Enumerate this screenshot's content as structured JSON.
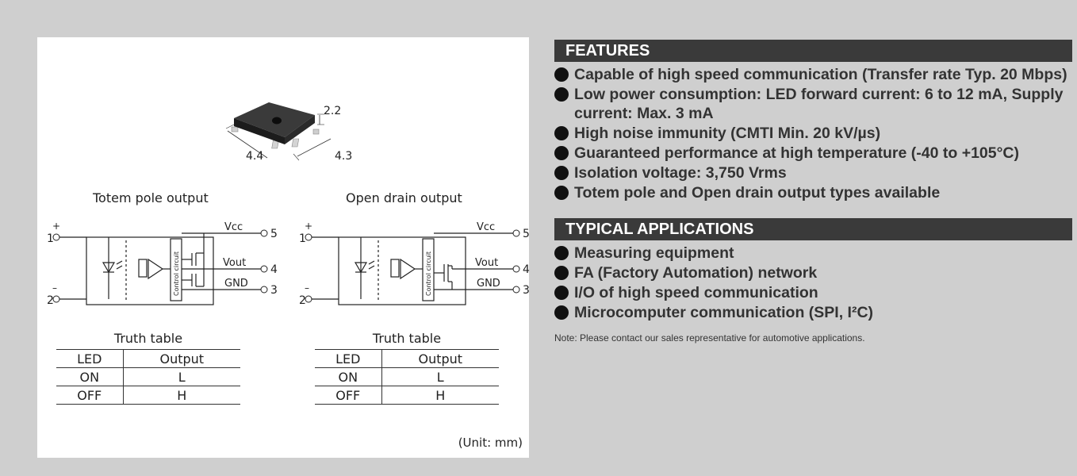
{
  "package": {
    "dim_height": "2.2",
    "dim_width": "4.4",
    "dim_depth": "4.3"
  },
  "circuits": [
    {
      "title": "Totem pole output",
      "control_label": "Control circuit",
      "pin_labels": {
        "p1": "1",
        "p2": "2",
        "p5": "5",
        "p4": "4",
        "p3": "3",
        "plus": "+",
        "minus": "–"
      },
      "vcc": "Vcc",
      "vout": "Vout",
      "gnd": "GND"
    },
    {
      "title": "Open drain output",
      "control_label": "Control circuit",
      "pin_labels": {
        "p1": "1",
        "p2": "2",
        "p5": "5",
        "p4": "4",
        "p3": "3",
        "plus": "+",
        "minus": "–"
      },
      "vcc": "Vcc",
      "vout": "Vout",
      "gnd": "GND"
    }
  ],
  "truth_tables": [
    {
      "title": "Truth table",
      "headers": [
        "LED",
        "Output"
      ],
      "rows": [
        [
          "ON",
          "L"
        ],
        [
          "OFF",
          "H"
        ]
      ]
    },
    {
      "title": "Truth table",
      "headers": [
        "LED",
        "Output"
      ],
      "rows": [
        [
          "ON",
          "L"
        ],
        [
          "OFF",
          "H"
        ]
      ]
    }
  ],
  "unit_note": "(Unit: mm)",
  "features": {
    "heading": "FEATURES",
    "items": [
      "Capable of high speed communication (Transfer rate Typ. 20 Mbps)",
      "Low power consumption: LED forward current: 6 to 12 mA, Supply current: Max. 3 mA",
      "High noise immunity (CMTI Min. 20 kV/µs)",
      "Guaranteed performance at high temperature (-40 to +105°C)",
      "Isolation voltage: 3,750 Vrms",
      "Totem pole and Open drain output types available"
    ]
  },
  "applications": {
    "heading": "TYPICAL APPLICATIONS",
    "items": [
      "Measuring equipment",
      "FA (Factory Automation) network",
      "I/O of high speed communication",
      "Microcomputer communication (SPI, I²C)"
    ]
  },
  "note": "Note: Please contact our sales representative for automotive applications."
}
